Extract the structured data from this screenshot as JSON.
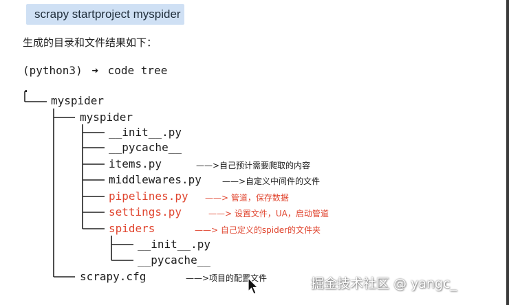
{
  "command": {
    "text": "scrapy startproject myspider"
  },
  "intro_text": "生成的目录和文件结果如下：",
  "prompt": {
    "env": "(python3)",
    "arrow": "➜",
    "command": "code tree"
  },
  "tree": {
    "root": ".",
    "project_dir": "myspider",
    "package_dir": "myspider",
    "package_items": [
      {
        "name": "__init__.py",
        "highlight": false,
        "annotation": ""
      },
      {
        "name": "__pycache__",
        "highlight": false,
        "annotation": ""
      },
      {
        "name": "items.py",
        "highlight": false,
        "annotation": "——>自己预计需要爬取的内容"
      },
      {
        "name": "middlewares.py",
        "highlight": false,
        "annotation": "——>自定义中间件的文件"
      },
      {
        "name": "pipelines.py",
        "highlight": true,
        "annotation": "——>  管道，保存数据"
      },
      {
        "name": "settings.py",
        "highlight": true,
        "annotation": "——>  设置文件，UA，启动管道"
      },
      {
        "name": "spiders",
        "highlight": true,
        "annotation": "——>  自己定义的spider的文件夹"
      }
    ],
    "spiders_items": [
      {
        "name": "__init__.py"
      },
      {
        "name": "__pycache__"
      }
    ],
    "config_file": {
      "name": "scrapy.cfg",
      "annotation": "——>项目的配置文件"
    }
  },
  "watermark": "掘金技术社区 @ yangc_",
  "colors": {
    "highlight_bg": "#cfe0f4",
    "red_text": "#e0452f",
    "text": "#1c1c1c"
  }
}
